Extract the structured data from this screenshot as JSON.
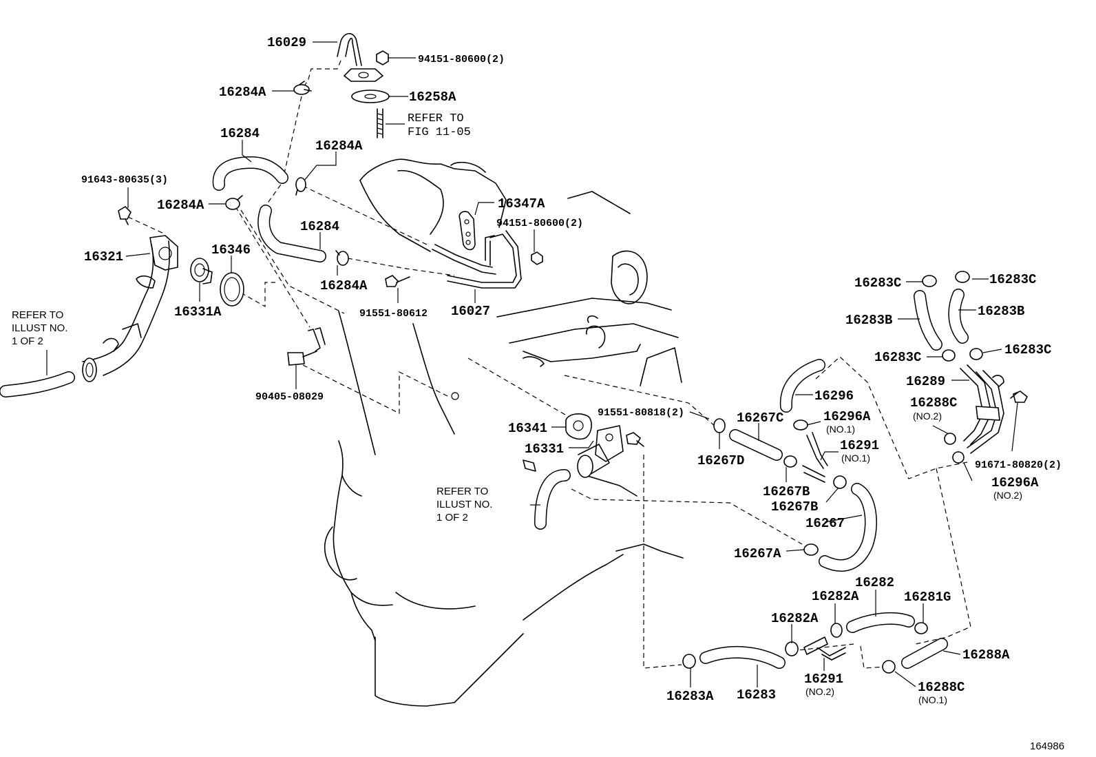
{
  "illustration_no": "164986",
  "notes": {
    "refer_fig_line1": "REFER TO",
    "refer_fig_line2": "FIG 11-05",
    "refer_illust_line1": "REFER TO",
    "refer_illust_line2": "ILLUST NO.",
    "refer_illust_line3": "1 OF 2"
  },
  "labels": {
    "p16029": "16029",
    "p94151_top": "94151-80600(2)",
    "p16284A_a": "16284A",
    "p16258A": "16258A",
    "p16284_a": "16284",
    "p16284A_b": "16284A",
    "p91643": "91643-80635(3)",
    "p16284A_c": "16284A",
    "p16347A": "16347A",
    "p94151_mid": "94151-80600(2)",
    "p16284_b": "16284",
    "p16321": "16321",
    "p16346": "16346",
    "p16284A_d": "16284A",
    "p16331A": "16331A",
    "p91551_80612": "91551-80612",
    "p16027": "16027",
    "p90405": "90405-08029",
    "p16283C_a": "16283C",
    "p16283C_b": "16283C",
    "p16283B_a": "16283B",
    "p16283B_b": "16283B",
    "p16283C_c": "16283C",
    "p16283C_d": "16283C",
    "p16289": "16289",
    "p16296": "16296",
    "p16288C_a": "16288C",
    "p16288C_a_sub": "(NO.2)",
    "p91551_80818": "91551-80818(2)",
    "p16267C": "16267C",
    "p16296A_a": "16296A",
    "p16296A_a_sub": "(NO.1)",
    "p16341": "16341",
    "p16291_a": "16291",
    "p16291_a_sub": "(NO.1)",
    "p16331": "16331",
    "p16267D": "16267D",
    "p91671": "91671-80820(2)",
    "p16296A_b": "16296A",
    "p16296A_b_sub": "(NO.2)",
    "p16267B_a": "16267B",
    "p16267B_b": "16267B",
    "p16267": "16267",
    "p16267A": "16267A",
    "p16282": "16282",
    "p16282A_a": "16282A",
    "p16281G": "16281G",
    "p16282A_b": "16282A",
    "p16288A": "16288A",
    "p16291_b": "16291",
    "p16291_b_sub": "(NO.2)",
    "p16288C_b": "16288C",
    "p16288C_b_sub": "(NO.1)",
    "p16283A": "16283A",
    "p16283": "16283"
  }
}
